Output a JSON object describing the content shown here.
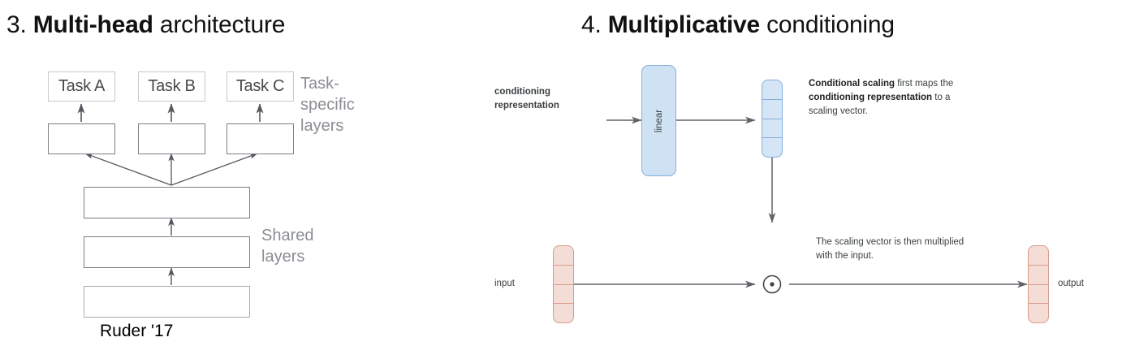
{
  "slides": {
    "left": {
      "title_number": "3.",
      "title_bold": "Multi-head",
      "title_rest": " architecture",
      "diagram": {
        "task_boxes": [
          {
            "label": "Task A"
          },
          {
            "label": "Task B"
          },
          {
            "label": "Task C"
          }
        ],
        "task_specific_label": "Task-\nspecific\nlayers",
        "shared_label": "Shared\nlayers",
        "citation": "Ruder '17"
      }
    },
    "right": {
      "title_number": "4.",
      "title_bold": "Multiplicative",
      "title_rest": " conditioning",
      "diagram": {
        "conditioning_label_line1": "conditioning",
        "conditioning_label_line2": "representation",
        "linear_block_label": "linear",
        "note_top_line1_bold": "Conditional scaling",
        "note_top_line1_rest": " first maps the",
        "note_top_line2_bold": "conditioning representation",
        "note_top_line2_rest": " to a",
        "note_top_line3": "scaling vector.",
        "note_bottom_line1": "The scaling vector is then multiplied",
        "note_bottom_line2": "with the input.",
        "input_label": "input",
        "output_label": "output",
        "operator_symbol": "elementwise-multiply",
        "vector_cells": 4,
        "colors": {
          "blue_fill": "#d6e5f5",
          "blue_stroke": "#86aedb",
          "salmon_fill": "#f4ddd6",
          "salmon_stroke": "#d89b8b",
          "linear_fill": "#cfe2f3",
          "arrow_stroke": "#5f6368"
        }
      }
    }
  }
}
